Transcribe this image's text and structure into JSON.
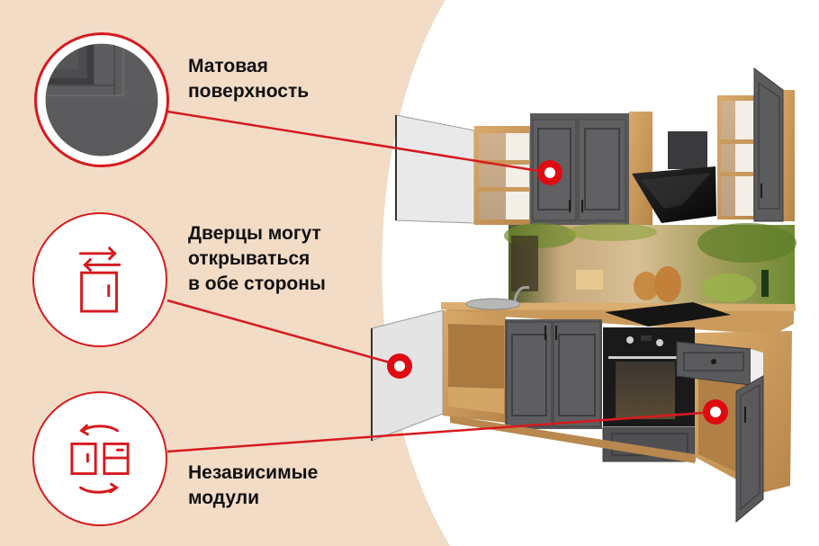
{
  "colors": {
    "background_left": "#f2dcc6",
    "background_right": "#ffffff",
    "accent_red": "#d61a1f",
    "text": "#111111",
    "cabinet_gray": "#58585a",
    "wood": "#c9995c",
    "oven_black": "#1c1c1c"
  },
  "features": [
    {
      "id": "matte-surface",
      "lines": [
        "Матовая",
        "поверхность"
      ],
      "icon": "matte-door-texture-closeup"
    },
    {
      "id": "reversible-doors",
      "lines": [
        "Дверцы могут",
        "открываться",
        "в обе стороны"
      ],
      "icon": "door-swap-arrows-icon"
    },
    {
      "id": "independent-modules",
      "lines": [
        "Независимые",
        "модули"
      ],
      "icon": "modules-rotate-icon"
    }
  ],
  "product_image": {
    "description": "Kitchen set with graphite matte doors, oak wood body, black glass hood, oven, induction hob, sink and grape-themed backsplash",
    "markers": 3
  }
}
